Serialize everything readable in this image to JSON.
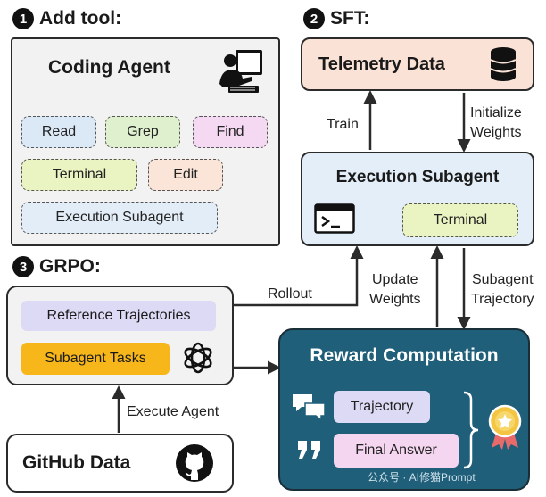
{
  "step1": {
    "num": "1",
    "title": "Add tool:"
  },
  "coding_agent": {
    "title": "Coding Agent",
    "tools": [
      "Read",
      "Grep",
      "Find",
      "Terminal",
      "Edit",
      "Execution Subagent"
    ]
  },
  "step2": {
    "num": "2",
    "title": "SFT:"
  },
  "telemetry": {
    "title": "Telemetry Data"
  },
  "arrows": {
    "train": "Train",
    "initialize_weights": "Initialize\nWeights",
    "rollout": "Rollout",
    "update_weights": "Update\nWeights",
    "subagent_trajectory": "Subagent\nTrajectory",
    "execute_agent": "Execute Agent"
  },
  "execution_subagent": {
    "title": "Execution Subagent",
    "terminal": "Terminal"
  },
  "step3": {
    "num": "3",
    "title": "GRPO:"
  },
  "grpo": {
    "reference": "Reference Trajectories",
    "tasks": "Subagent Tasks"
  },
  "github": {
    "title": "GitHub Data"
  },
  "reward": {
    "title": "Reward Computation",
    "trajectory": "Trajectory",
    "final_answer": "Final Answer"
  },
  "watermark": "公众号 · AI修猫Prompt",
  "colors": {
    "gray_panel": "#f2f2f2",
    "telemetry_fill": "#fbe2d6",
    "subagent_fill": "#e3eef8",
    "reward_fill": "#1f5f79",
    "reference_fill": "#dcdaf5",
    "tasks_fill": "#f7b71b",
    "chip_read": "#dbe9f7",
    "chip_grep": "#dff0cf",
    "chip_find": "#f5d9f2",
    "chip_terminal": "#eaf4c2",
    "chip_edit": "#fbe5d8",
    "chip_exec": "#e3edf8"
  }
}
